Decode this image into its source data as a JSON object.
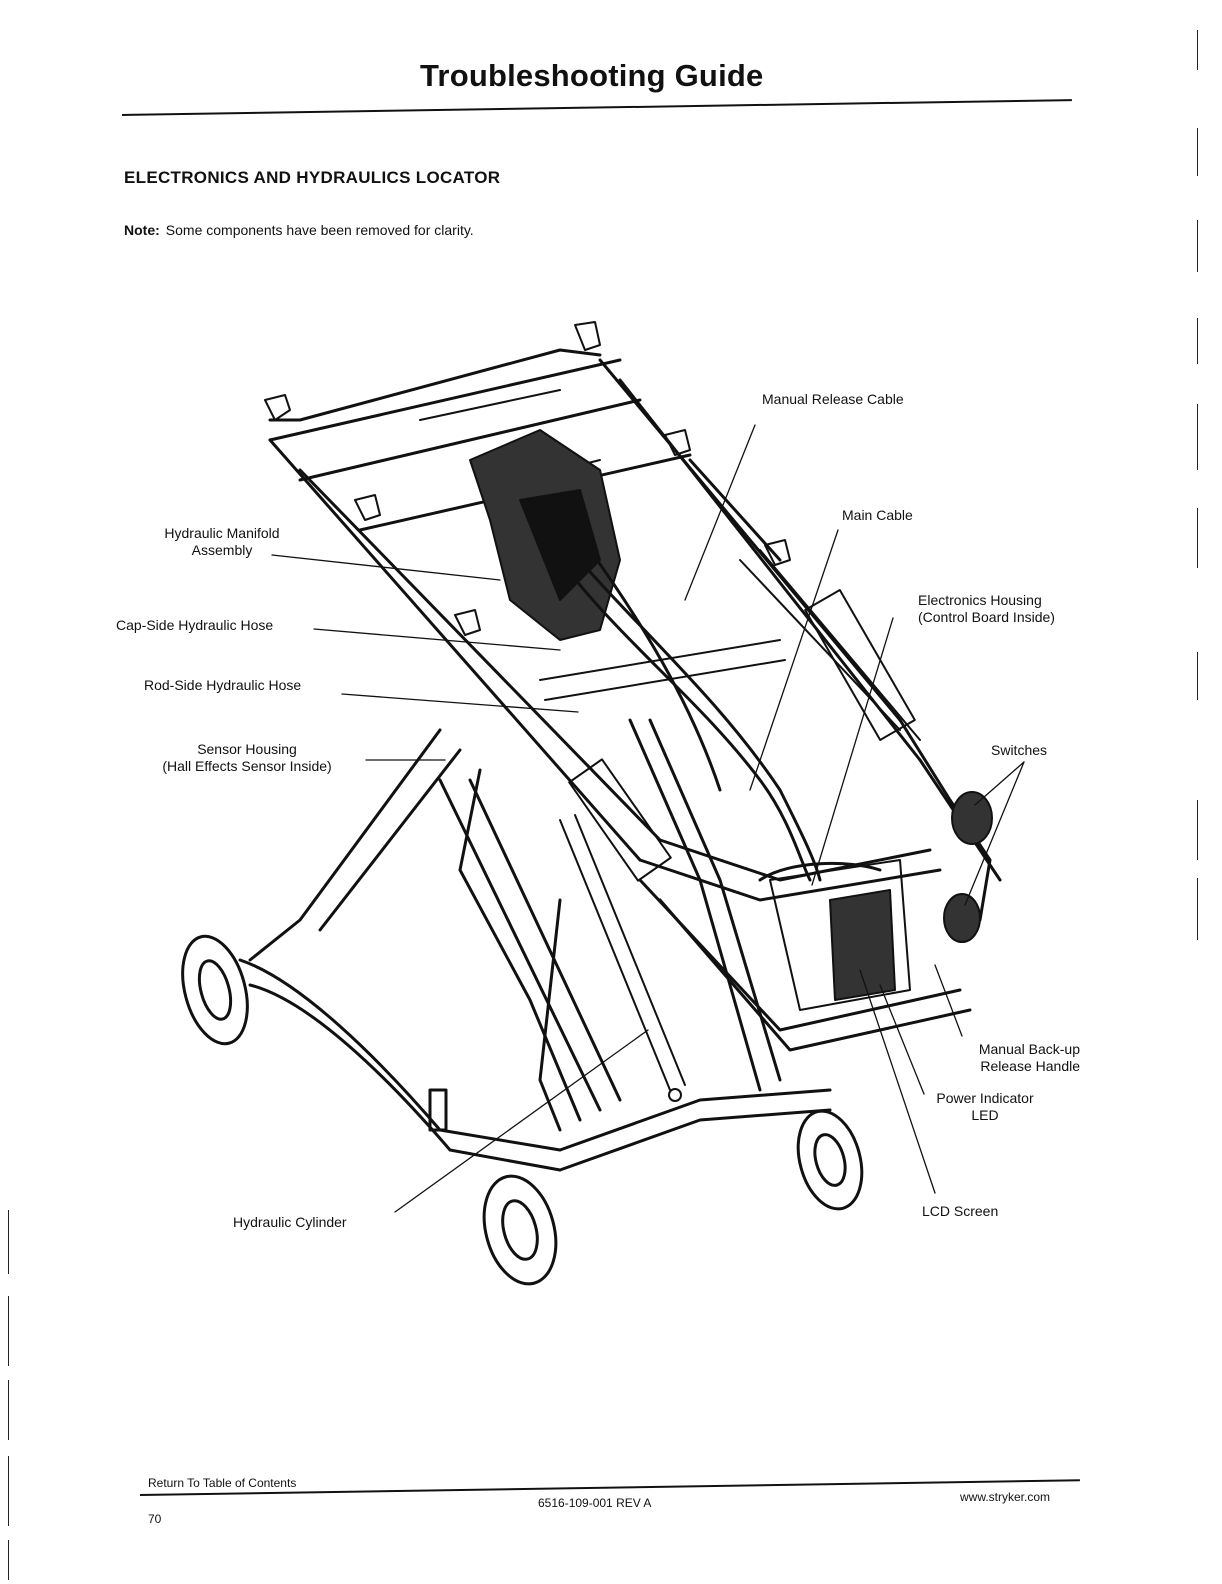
{
  "header": {
    "title": "Troubleshooting Guide"
  },
  "section": {
    "title": "ELECTRONICS AND HYDRAULICS LOCATOR",
    "note_label": "Note:",
    "note_text": "Some components have been removed for clarity."
  },
  "figure": {
    "callouts": {
      "manual_release_cable": "Manual Release Cable",
      "main_cable": "Main Cable",
      "hydraulic_manifold_line1": "Hydraulic Manifold",
      "hydraulic_manifold_line2": "Assembly",
      "electronics_housing_line1": "Electronics Housing",
      "electronics_housing_line2": "(Control Board Inside)",
      "cap_side_hose": "Cap-Side Hydraulic Hose",
      "rod_side_hose": "Rod-Side Hydraulic Hose",
      "switches": "Switches",
      "sensor_housing_line1": "Sensor Housing",
      "sensor_housing_line2": "(Hall Effects Sensor Inside)",
      "manual_backup_line1": "Manual Back-up",
      "manual_backup_line2": "Release Handle",
      "power_indicator_line1": "Power Indicator",
      "power_indicator_line2": "LED",
      "hydraulic_cylinder": "Hydraulic Cylinder",
      "lcd_screen": "LCD Screen"
    }
  },
  "footer": {
    "link": "Return To Table of Contents",
    "page_number": "70",
    "doc_code": "6516-109-001 REV A",
    "website": "www.stryker.com"
  }
}
